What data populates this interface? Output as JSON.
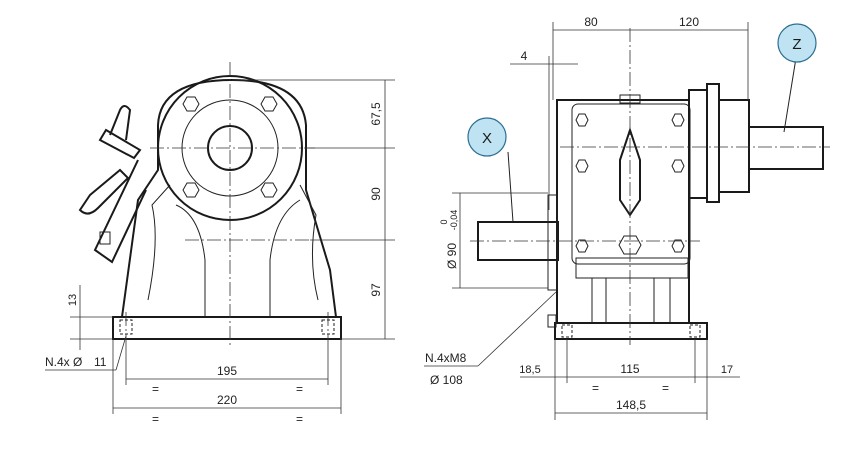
{
  "left_view": {
    "dims": {
      "h_top": "67,5",
      "h_mid": "90",
      "h_bottom": "97",
      "base_thickness": "13",
      "hole_spacing": "195",
      "base_width": "220",
      "equal_mark": "="
    },
    "holes_label": "N.4x Ø",
    "holes_size": "11"
  },
  "right_view": {
    "dims": {
      "top_left": "80",
      "top_right": "120",
      "offset": "4",
      "shaft_dia": "Ø 90",
      "tol_upper": "0",
      "tol_lower": "-0,04",
      "left_overhang": "18,5",
      "hole_spacing": "115",
      "right_overhang": "17",
      "base_length": "148,5",
      "equal_mark": "="
    },
    "thread_label": "N.4xM8",
    "thread_circle": "Ø 108"
  },
  "callouts": {
    "x": "X",
    "z": "Z"
  },
  "colors": {
    "line": "#1a1a1a",
    "callout_fill": "#bfe3f2",
    "callout_stroke": "#2c6f92"
  }
}
